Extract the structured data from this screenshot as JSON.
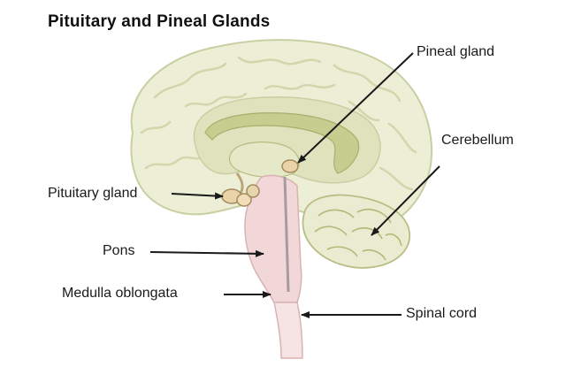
{
  "diagram": {
    "title": "Pituitary and Pineal Glands",
    "labels": {
      "pineal_gland": "Pineal gland",
      "cerebellum": "Cerebellum",
      "pituitary_gland": "Pituitary gland",
      "pons": "Pons",
      "medulla_oblongata": "Medulla oblongata",
      "spinal_cord": "Spinal cord"
    },
    "colors": {
      "cerebrum_fill": "#ecefd6",
      "cerebrum_outline": "#c9cea3",
      "white_matter": "#dfe3bd",
      "ventricle": "#c7cc8f",
      "brainstem_fill": "#f1d7d7",
      "spinal_cord_fill": "#f6e4e4",
      "gland_fill": "#ebd3a8",
      "leader_line": "#1a1a1a"
    }
  }
}
